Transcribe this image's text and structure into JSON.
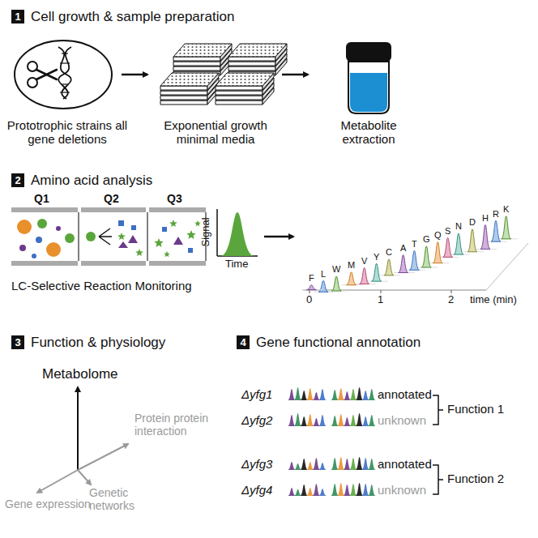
{
  "diagram": {
    "nodes": [
      {
        "text": [
          "1",
          "Cell growth & sample preparation"
        ]
      },
      {
        "text": [
          "2",
          "Amino acid analysis"
        ]
      },
      {
        "text": [
          "3",
          "Function & physiology"
        ]
      },
      {
        "text": [
          "4",
          "Gene functional annotation"
        ]
      }
    ],
    "labels": [
      "Prototrophic strains all gene deletions",
      "Exponential growth minimal media",
      "Metabolite extraction",
      "Q1",
      "Q2",
      "Q3",
      "Signal",
      "Time",
      "LC-Selective Reaction Monitoring",
      "F",
      "L",
      "W",
      "M",
      "V",
      "Y",
      "C",
      "A",
      "T",
      "G",
      "Q",
      "S",
      "N",
      "D",
      "H",
      "R",
      "K",
      "0",
      "1",
      "2",
      "time (min)",
      "Metabolome",
      "Gene expression",
      "Genetic networks",
      "Protein protein interaction",
      "Δyfg1",
      "annotated",
      "Δyfg2",
      "unknown",
      "Function 1",
      "Δyfg3",
      "annotated",
      "Δyfg4",
      "unknown",
      "Function 2"
    ]
  }
}
